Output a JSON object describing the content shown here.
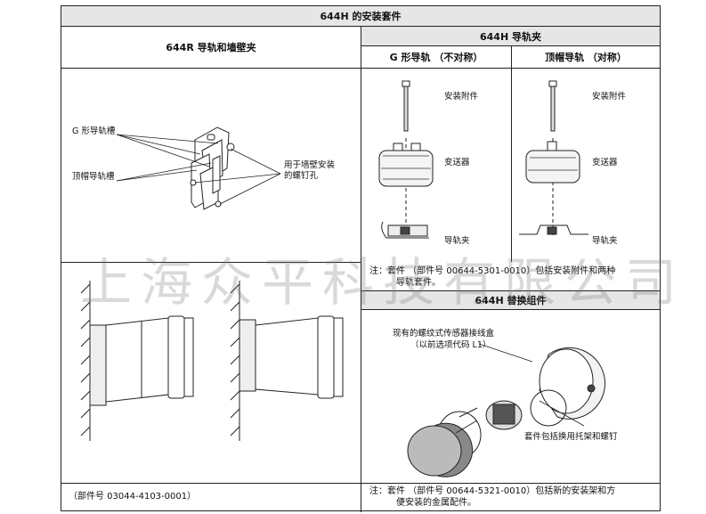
{
  "title": "644H 的安装套件",
  "left_header": "644R 导轨和墙壁夹",
  "right_header": "644H 导轨夹",
  "g_rail_header": "G 形导轨 （不对称）",
  "top_hat_header": "顶帽导轨 （对称）",
  "left_labels": {
    "g_slot": "G 形导轨槽",
    "top_hat_slot": "顶帽导轨槽",
    "screw_holes_1": "用于墙壁安装",
    "screw_holes_2": "的螺钉孔"
  },
  "g_labels": {
    "hardware": "安装附件",
    "transmitter": "变送器",
    "clip": "导轨夹"
  },
  "th_labels": {
    "hardware": "安装附件",
    "transmitter": "变送器",
    "clip": "导轨夹"
  },
  "note_rail_1": "注：套件 （部件号 00644-5301-0010）包括安装附件和两种",
  "note_rail_2": "导轨套件。",
  "replacement_header": "644H 替换组件",
  "replacement_labels": {
    "housing_1": "现有的螺纹式传感器接线盒",
    "housing_2": "（以前选项代码 L1）",
    "kit": "套件包括换用托架和螺钉"
  },
  "part_number_left": "（部件号 03044-4103-0001）",
  "note_replace_1": "注：套件 （部件号 00644-5321-0010）包括新的安装架和方",
  "note_replace_2": "便安装的金属配件。",
  "watermark": "上海众平科技有限公司"
}
